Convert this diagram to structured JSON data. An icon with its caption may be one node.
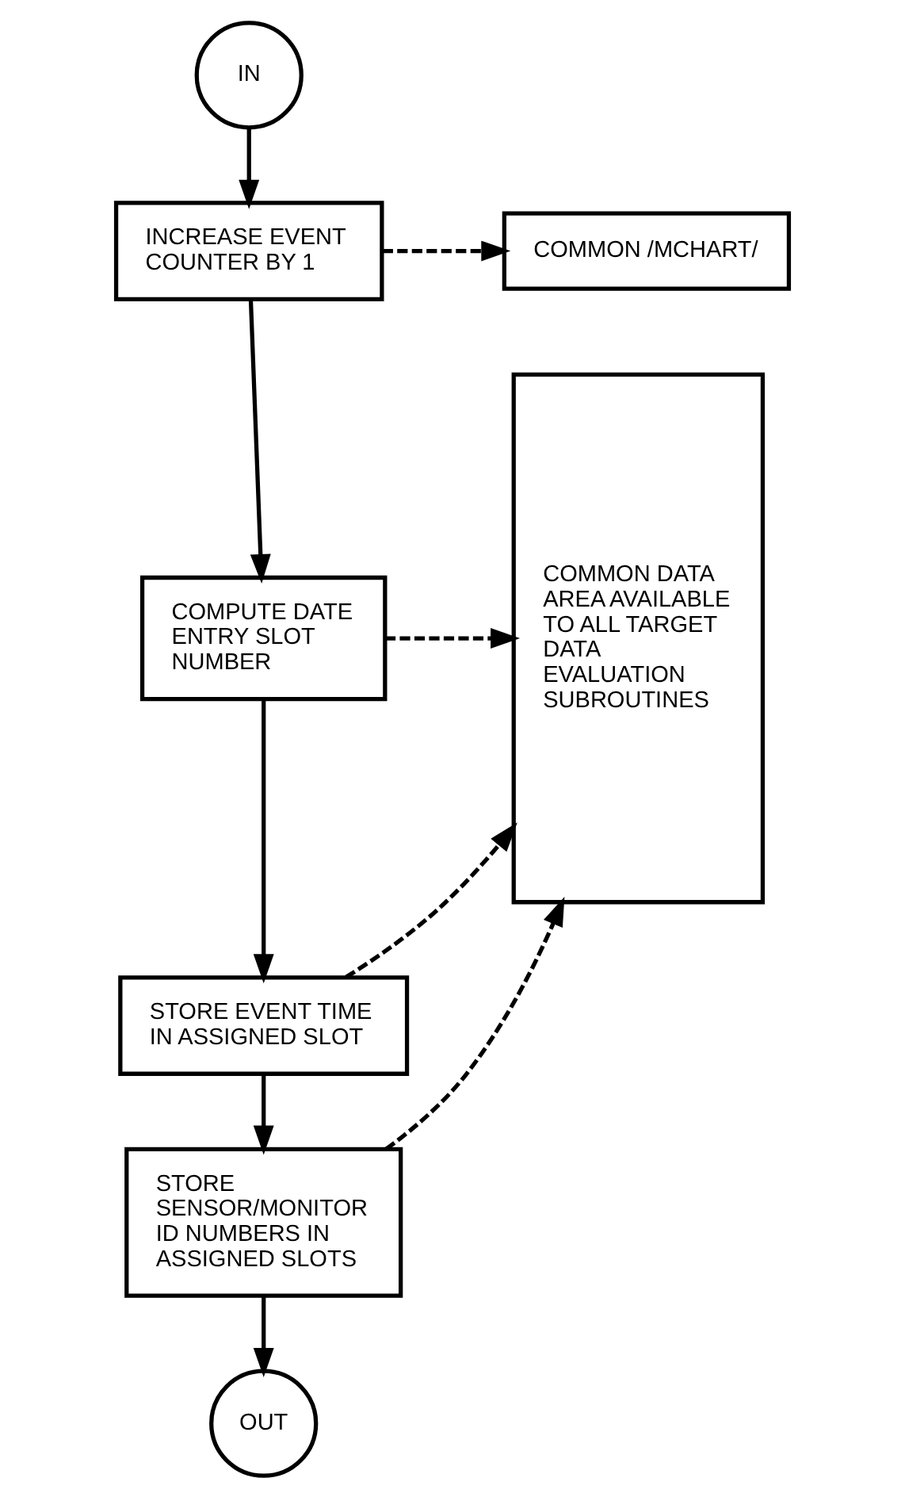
{
  "diagram": {
    "nodes": [
      {
        "text": [
          "IN"
        ]
      },
      {
        "text": [
          "INCREASE EVENT COUNTER BY 1"
        ]
      },
      {
        "text": [
          "COMPUTE DATE ENTRY SLOT NUMBER"
        ]
      },
      {
        "text": [
          "STORE EVENT TIME IN ASSIGNED SLOT"
        ]
      },
      {
        "text": [
          "STORE SENSOR/MONITOR ID NUMBERS IN ASSIGNED SLOTS"
        ]
      },
      {
        "text": [
          "OUT"
        ]
      },
      {
        "text": [
          "COMMON /MCHART/"
        ]
      },
      {
        "text": [
          "COMMON DATA AREA AVAILABLE TO ALL TARGET DATA EVALUATION SUBROUTINES"
        ]
      }
    ],
    "edges": [
      {
        "from": 0,
        "to": 1,
        "arrow": "to"
      },
      {
        "from": 1,
        "to": 2,
        "arrow": "to"
      },
      {
        "from": 2,
        "to": 3,
        "arrow": "to"
      },
      {
        "from": 3,
        "to": 4,
        "arrow": "to"
      },
      {
        "from": 4,
        "to": 5,
        "arrow": "to"
      },
      {
        "from": 1,
        "to": 6,
        "arrow": "to",
        "style": "dashed"
      },
      {
        "from": 2,
        "to": 7,
        "arrow": "to",
        "style": "dashed"
      },
      {
        "from": 3,
        "to": 7,
        "arrow": "to",
        "style": "dashed"
      },
      {
        "from": 4,
        "to": 7,
        "arrow": "to",
        "style": "dashed"
      }
    ]
  }
}
